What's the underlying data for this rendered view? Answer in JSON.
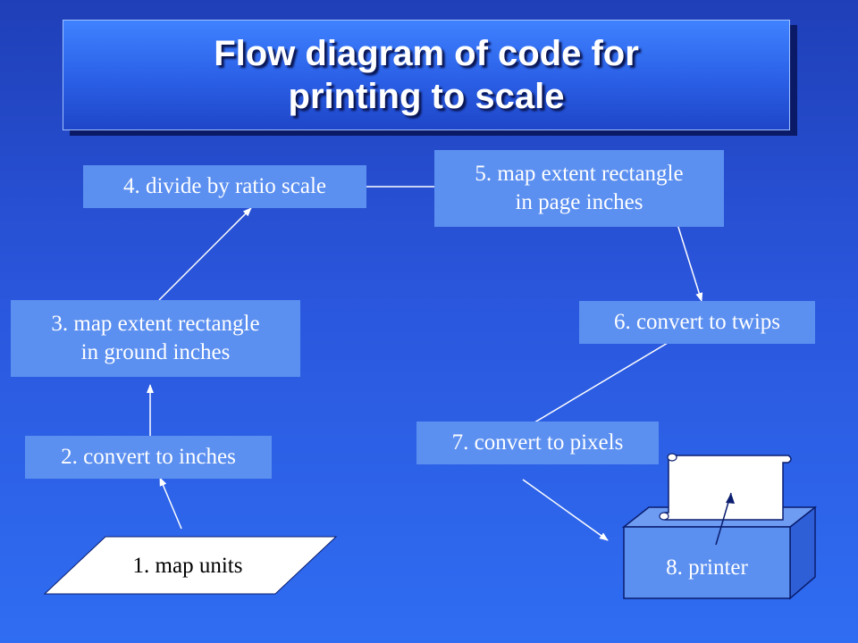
{
  "title": {
    "line1": "Flow diagram of code for",
    "line2": "printing to scale"
  },
  "nodes": {
    "step1": "1.  map units",
    "step2": "2.  convert to inches",
    "step3_line1": "3.  map extent rectangle",
    "step3_line2": "in ground inches",
    "step4": "4.  divide by ratio scale",
    "step5_line1": "5.  map extent rectangle",
    "step5_line2": "in page inches",
    "step6": "6.  convert to twips",
    "step7": "7.  convert to pixels",
    "step8": "8.  printer"
  },
  "colors": {
    "node_fill": "#5b8ff0",
    "text": "#ffffff",
    "arrow": "#ffffff"
  }
}
